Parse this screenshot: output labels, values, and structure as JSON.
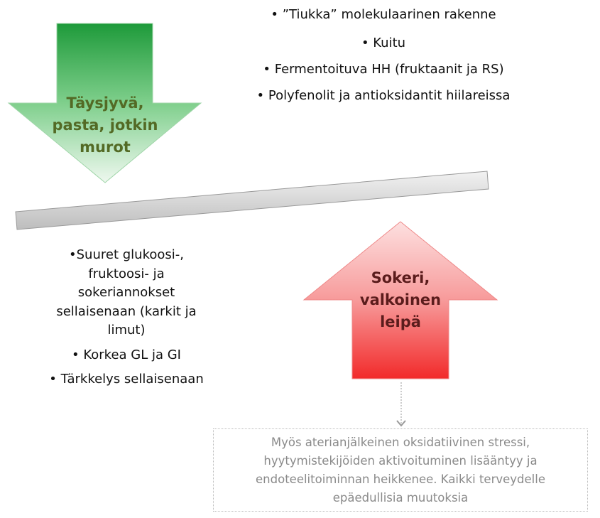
{
  "top_bullets": [
    "• ”Tiukka” molekulaarinen rakenne",
    "• Kuitu",
    "• Fermentoituva HH (fruktaanit ja RS)",
    "• Polyfenolit ja antioksidantit hiilareissa"
  ],
  "down_arrow": {
    "lines": [
      "Täysjyvä,",
      "pasta, jotkin",
      "murot"
    ],
    "color": "#3fae4f"
  },
  "up_arrow": {
    "lines": [
      "Sokeri,",
      "valkoinen",
      "leipä"
    ],
    "color": "#f03a3a"
  },
  "left_bullets": [
    "•Suuret glukoosi-,",
    "fruktoosi- ja",
    "sokeriannokset",
    "sellaisenaan (karkit ja",
    "limut)",
    "• Korkea GL ja GI",
    "• Tärkkelys sellaisenaan"
  ],
  "note_lines": [
    "Myös aterianjälkeinen oksidatiivinen stressi,",
    "hyytymistekijöiden aktivoituminen lisääntyy ja",
    "endoteelitoiminnan heikkenee. Kaikki terveydelle",
    "epäedullisia muutoksia"
  ]
}
